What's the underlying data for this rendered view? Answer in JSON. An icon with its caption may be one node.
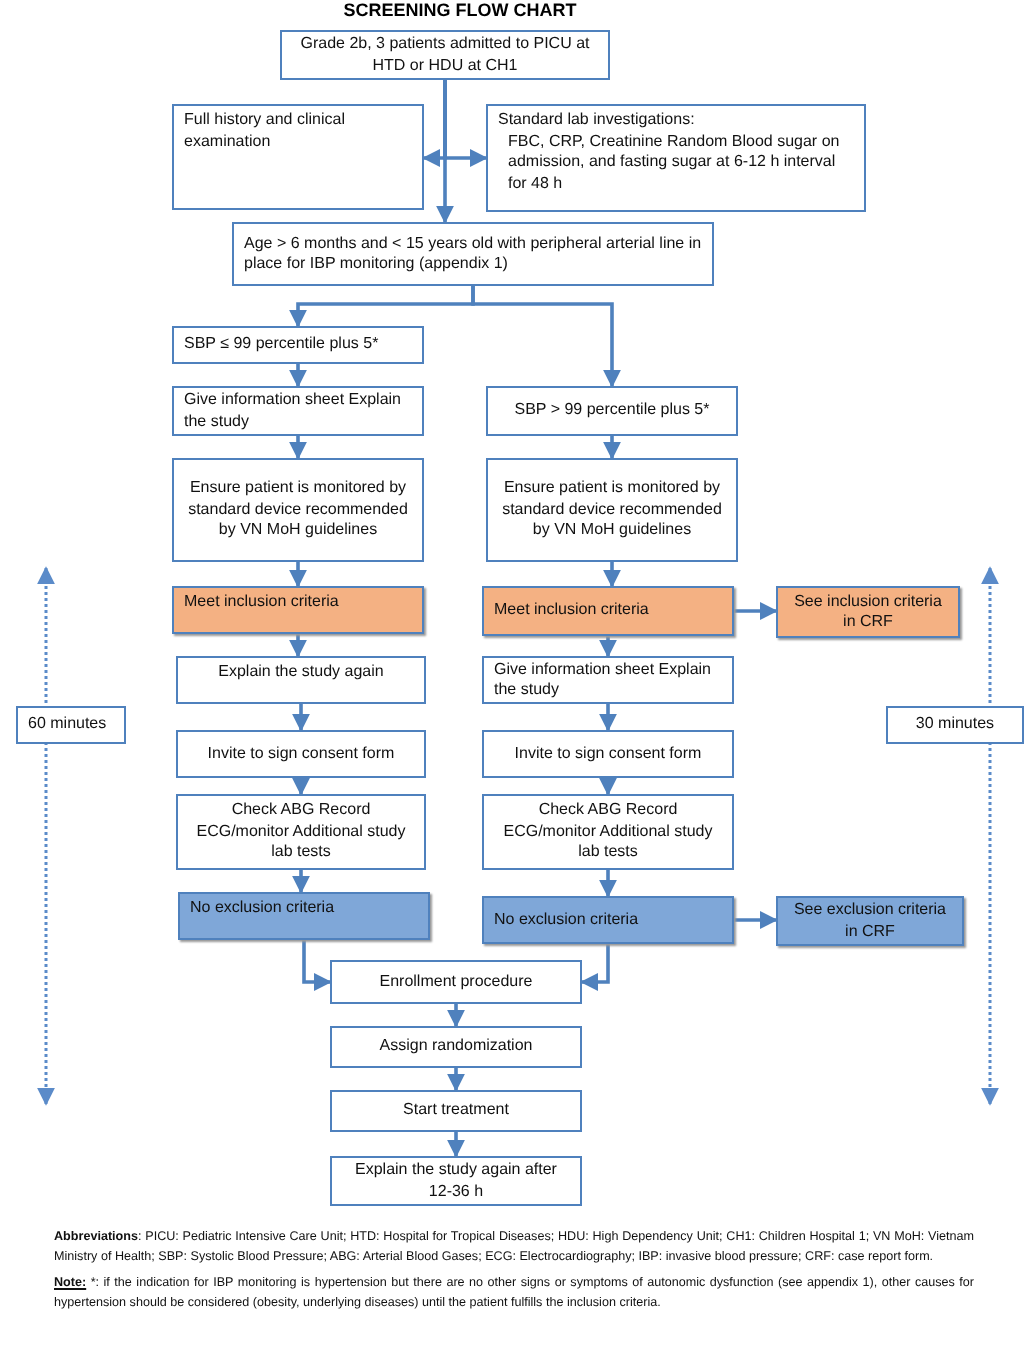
{
  "diagram": {
    "title": "SCREENING FLOW CHART",
    "nodes": [
      {
        "text": [
          "Grade 2b, 3 patients admitted to PICU at HTD  or  HDU  at CH1"
        ]
      },
      {
        "text": [
          "Full history  and clinical examination"
        ]
      },
      {
        "text": [
          "Standard lab investigations:",
          "FBC, CRP, Creatinine Random Blood sugar on admission, and fasting sugar at 6-12 h interval for 48 h"
        ]
      },
      {
        "text": [
          "Age > 6 months and < 15 years old with peripheral arterial line in place for IBP monitoring (appendix  1)"
        ]
      },
      {
        "text": [
          "SBP ≤ 99 percentile  plus 5*"
        ]
      },
      {
        "text": [
          "Give information sheet Explain the study"
        ]
      },
      {
        "text": [
          "SBP > 99 percentile  plus 5*"
        ]
      },
      {
        "text": [
          "Ensure patient is monitored by standard device recommended by VN MoH guidelines"
        ]
      },
      {
        "text": [
          "Ensure patient is monitored by standard device recommended by VN MoH guidelines"
        ]
      },
      {
        "text": [
          "Meet inclusion criteria"
        ]
      },
      {
        "text": [
          "Meet inclusion criteria"
        ]
      },
      {
        "text": [
          "See inclusion criteria in CRF"
        ]
      },
      {
        "text": [
          "Explain the study again"
        ]
      },
      {
        "text": [
          "Give information sheet Explain the study"
        ]
      },
      {
        "text": [
          "Invite to sign consent form"
        ]
      },
      {
        "text": [
          "Invite to sign consent form"
        ]
      },
      {
        "text": [
          "Check ABG Record ECG/monitor Additional study lab tests"
        ]
      },
      {
        "text": [
          "Check ABG Record ECG/monitor Additional study lab tests"
        ]
      },
      {
        "text": [
          "No exclusion criteria"
        ]
      },
      {
        "text": [
          "No exclusion criteria"
        ]
      },
      {
        "text": [
          "See exclusion criteria in CRF"
        ]
      },
      {
        "text": [
          "Enrollment procedure"
        ]
      },
      {
        "text": [
          "Assign randomization"
        ]
      },
      {
        "text": [
          "Start treatment"
        ]
      },
      {
        "text": [
          "Explain the study again after 12-36 h"
        ]
      },
      {
        "text": [
          "60  minutes"
        ]
      },
      {
        "text": [
          "30 minutes"
        ]
      }
    ],
    "edges": [
      {
        "from": 0,
        "to": 1,
        "arrow": "to"
      },
      {
        "from": 0,
        "to": 2,
        "arrow": "to"
      },
      {
        "from": 0,
        "to": 3,
        "arrow": "to"
      },
      {
        "from": 3,
        "to": 4,
        "arrow": "to"
      },
      {
        "from": 3,
        "to": 6,
        "arrow": "to"
      },
      {
        "from": 4,
        "to": 5,
        "arrow": "to"
      },
      {
        "from": 5,
        "to": 7,
        "arrow": "to"
      },
      {
        "from": 7,
        "to": 9,
        "arrow": "to"
      },
      {
        "from": 9,
        "to": 12,
        "arrow": "to"
      },
      {
        "from": 12,
        "to": 14,
        "arrow": "to"
      },
      {
        "from": 14,
        "to": 16,
        "arrow": "to"
      },
      {
        "from": 16,
        "to": 18,
        "arrow": "to"
      },
      {
        "from": 18,
        "to": 21,
        "arrow": "to"
      },
      {
        "from": 6,
        "to": 8,
        "arrow": "to"
      },
      {
        "from": 8,
        "to": 10,
        "arrow": "to"
      },
      {
        "from": 10,
        "to": 11,
        "arrow": "to"
      },
      {
        "from": 10,
        "to": 13,
        "arrow": "to"
      },
      {
        "from": 13,
        "to": 15,
        "arrow": "to"
      },
      {
        "from": 15,
        "to": 17,
        "arrow": "to"
      },
      {
        "from": 17,
        "to": 19,
        "arrow": "to"
      },
      {
        "from": 19,
        "to": 20,
        "arrow": "to"
      },
      {
        "from": 19,
        "to": 21,
        "arrow": "to"
      },
      {
        "from": 21,
        "to": 22,
        "arrow": "to"
      },
      {
        "from": 22,
        "to": 23,
        "arrow": "to"
      },
      {
        "from": 23,
        "to": 24,
        "arrow": "to"
      }
    ],
    "labels": [
      "**Abbreviations**: PICU: Pediatric Intensive Care Unit; HTD: Hospital for Tropical Diseases; HDU: High Dependency Unit; CH1: Children Hospital 1; VN MoH: Vietnam Ministry of Health; SBP: Systolic Blood Pressure; ABG: Arterial Blood Gases; ECG: Electrocardiography; IBP: invasive blood pressure; CRF: case report form.",
      "Note:",
      "*: if the indication for IBP monitoring is hypertension but there are no other signs or symptoms of autonomic dysfunction (see appendix 1), other causes for hypertension should be considered (obesity, underlying diseases) until the patient fulfills the inclusion criteria."
    ]
  }
}
